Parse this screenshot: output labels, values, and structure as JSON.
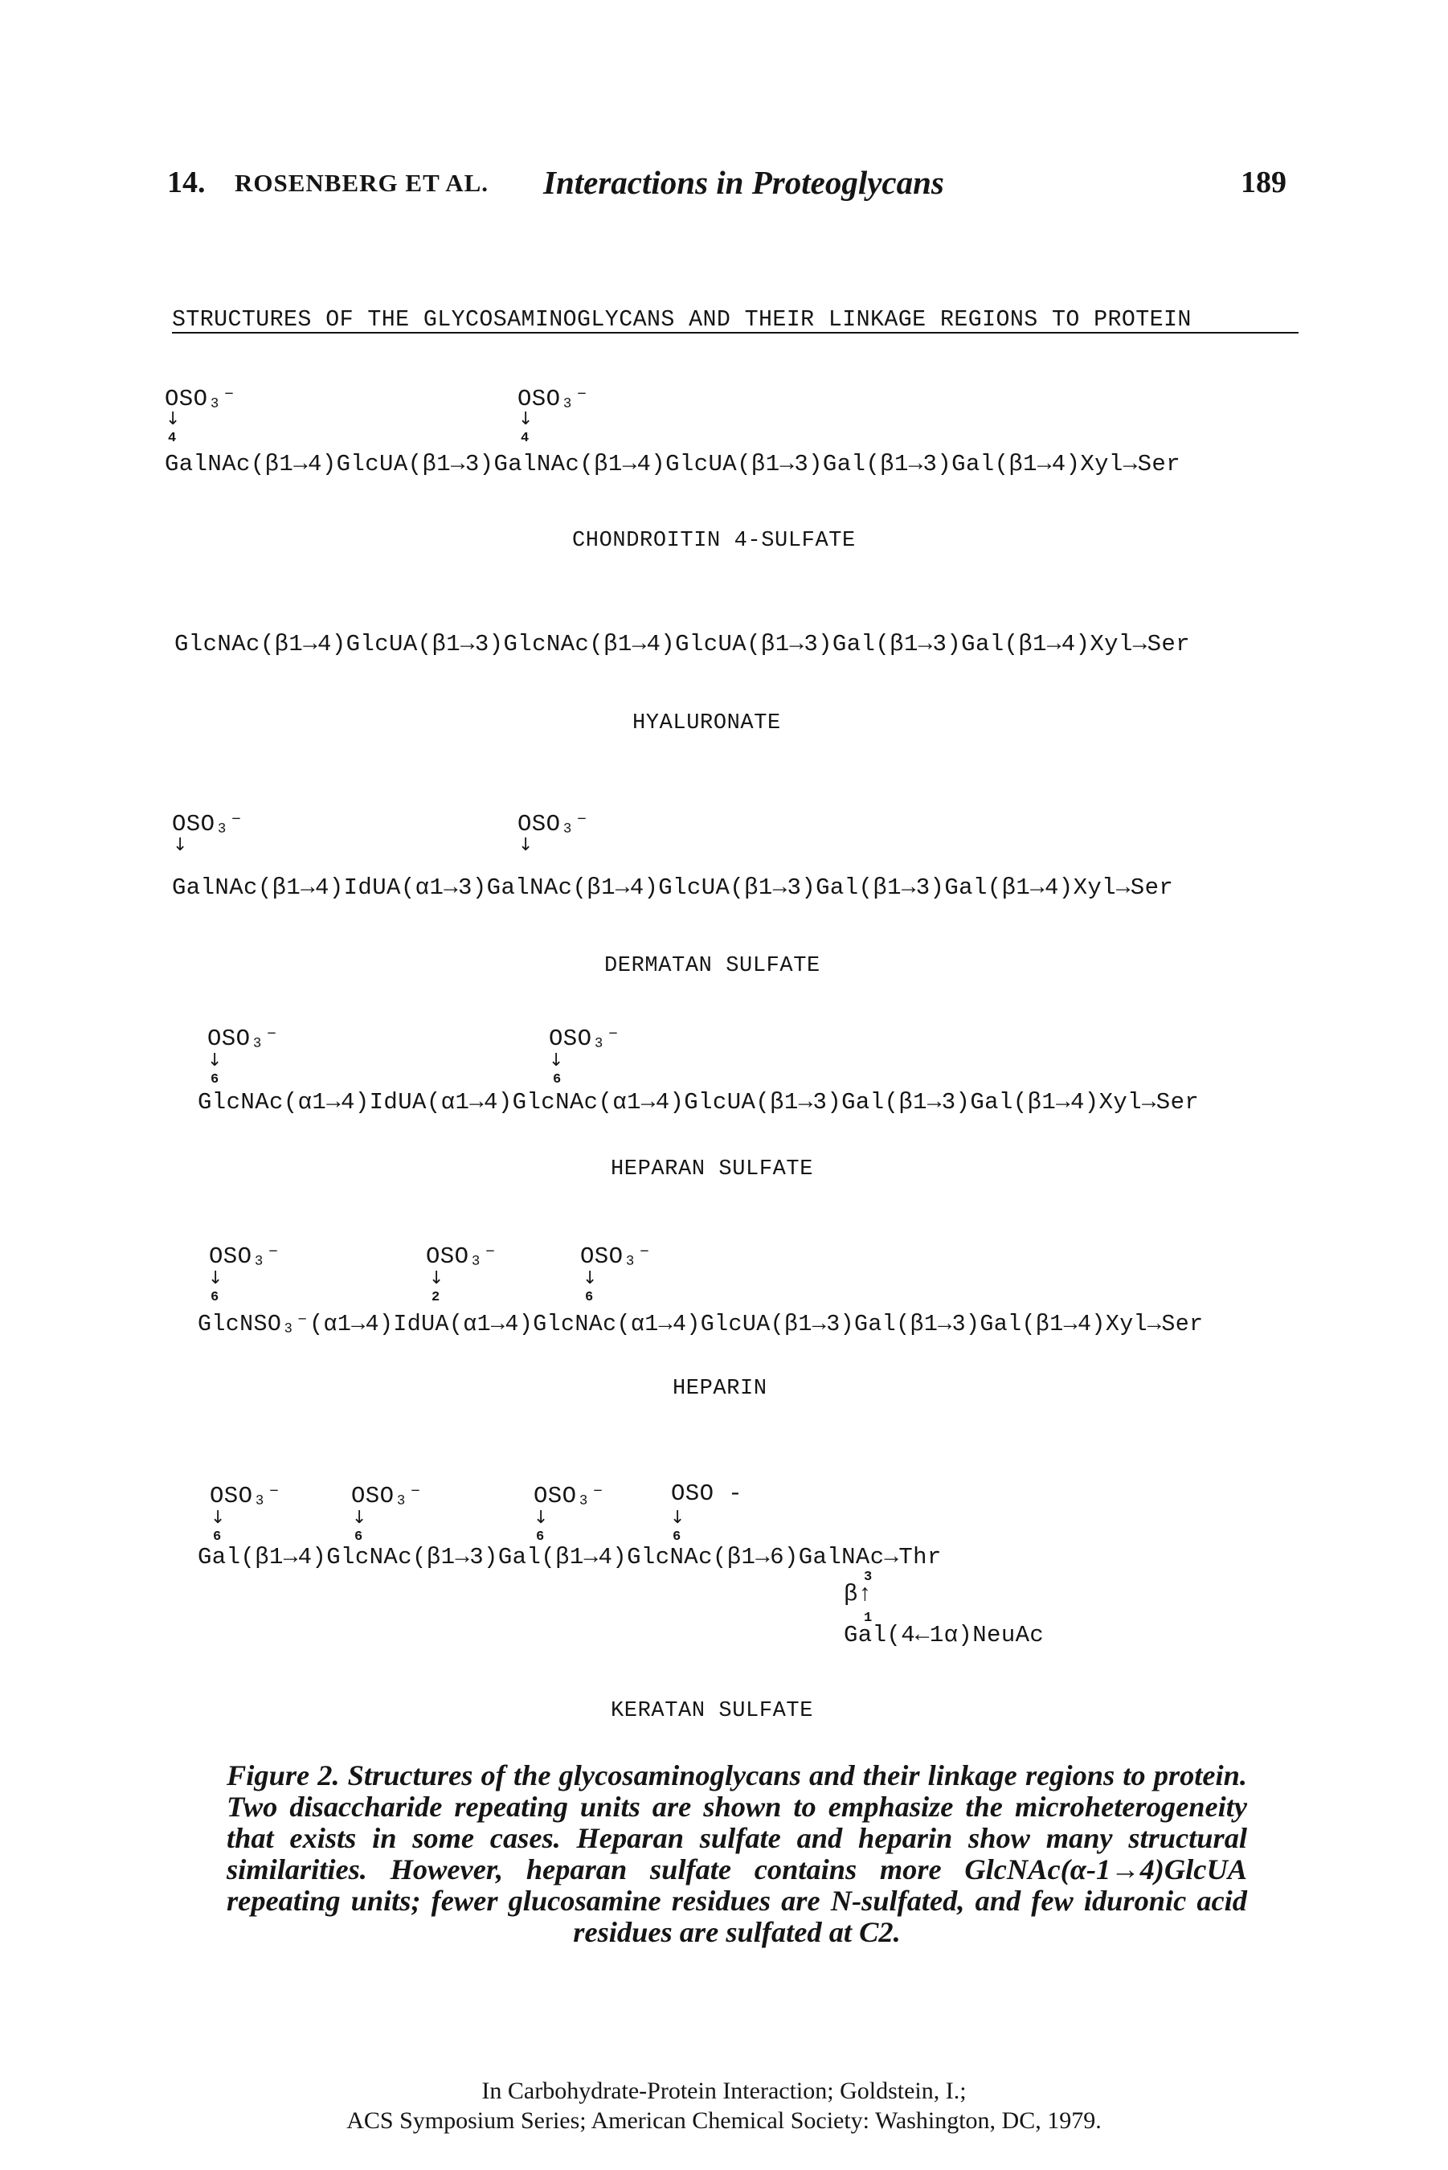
{
  "header": {
    "chapter": "14.",
    "authors": "ROSENBERG ET AL.",
    "title": "Interactions in Proteoglycans",
    "page_number": "189"
  },
  "figure_title": "STRUCTURES OF THE GLYCOSAMINOGLYCANS AND THEIR LINKAGE REGIONS TO PROTEIN",
  "structures": [
    {
      "name": "CHONDROITIN 4-SULFATE",
      "chain": "GalNAc(β1→4)GlcUA(β1→3)GalNAc(β1→4)GlcUA(β1→3)Gal(β1→3)Gal(β1→4)Xyl→Ser",
      "substituents": [
        {
          "label": "OSO₃⁻",
          "position": "4"
        },
        {
          "label": "OSO₃⁻",
          "position": "4"
        }
      ]
    },
    {
      "name": "HYALURONATE",
      "chain": "GlcNAc(β1→4)GlcUA(β1→3)GlcNAc(β1→4)GlcUA(β1→3)Gal(β1→3)Gal(β1→4)Xyl→Ser",
      "substituents": []
    },
    {
      "name": "DERMATAN SULFATE",
      "chain": "GalNAc(β1→4)IdUA(α1→3)GalNAc(β1→4)GlcUA(β1→3)Gal(β1→3)Gal(β1→4)Xyl→Ser",
      "substituents": [
        {
          "label": "OSO₃⁻",
          "position": ""
        },
        {
          "label": "OSO₃⁻",
          "position": ""
        }
      ]
    },
    {
      "name": "HEPARAN SULFATE",
      "chain": "GlcNAc(α1→4)IdUA(α1→4)GlcNAc(α1→4)GlcUA(β1→3)Gal(β1→3)Gal(β1→4)Xyl→Ser",
      "substituents": [
        {
          "label": "OSO₃⁻",
          "position": "6"
        },
        {
          "label": "OSO₃⁻",
          "position": "6"
        }
      ]
    },
    {
      "name": "HEPARIN",
      "chain": "GlcNSO₃⁻(α1→4)IdUA(α1→4)GlcNAc(α1→4)GlcUA(β1→3)Gal(β1→3)Gal(β1→4)Xyl→Ser",
      "substituents": [
        {
          "label": "OSO₃⁻",
          "position": "6"
        },
        {
          "label": "OSO₃⁻",
          "position": "2"
        },
        {
          "label": "OSO₃⁻",
          "position": "6"
        }
      ]
    },
    {
      "name": "KERATAN SULFATE",
      "chain": "Gal(β1→4)GlcNAc(β1→3)Gal(β1→4)GlcNAc(β1→6)GalNAc→Thr",
      "branch_position": "3",
      "branch_linkage": "β↑",
      "branch_position_2": "1",
      "branch_chain": "Gal(4←1α)NeuAc",
      "substituents": [
        {
          "label": "OSO₃⁻",
          "position": "6"
        },
        {
          "label": "OSO₃⁻",
          "position": "6"
        },
        {
          "label": "OSO₃⁻",
          "position": "6"
        },
        {
          "label": "OSO -",
          "position": "6"
        }
      ]
    }
  ],
  "arrow_glyph": "↓",
  "caption": "Figure 2. Structures of the glycosaminoglycans and their linkage regions to protein. Two disaccharide repeating units are shown to emphasize the microheterogeneity that exists in some cases. Heparan sulfate and heparin show many structural similarities. However, heparan sulfate contains more GlcNAc(α-1→4)GlcUA repeating units; fewer glucosamine residues are N-sulfated, and few iduronic acid residues are sulfated at C2.",
  "footer": {
    "line1": "In Carbohydrate-Protein Interaction; Goldstein, I.;",
    "line2": "ACS Symposium Series; American Chemical Society: Washington, DC, 1979."
  }
}
